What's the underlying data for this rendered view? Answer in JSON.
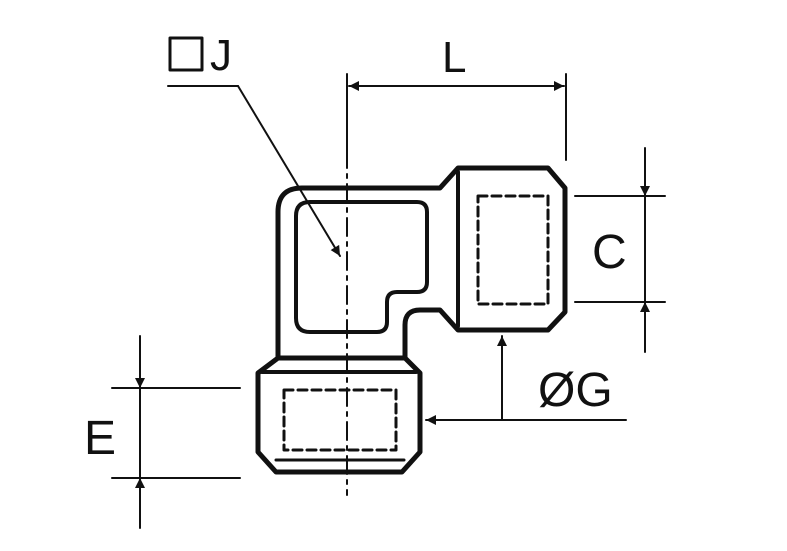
{
  "labels": {
    "square_j": "J",
    "length_l": "L",
    "dim_c": "C",
    "dia_g": "ØG",
    "dim_e": "E"
  },
  "colors": {
    "line": "#111111",
    "background": "#ffffff"
  }
}
